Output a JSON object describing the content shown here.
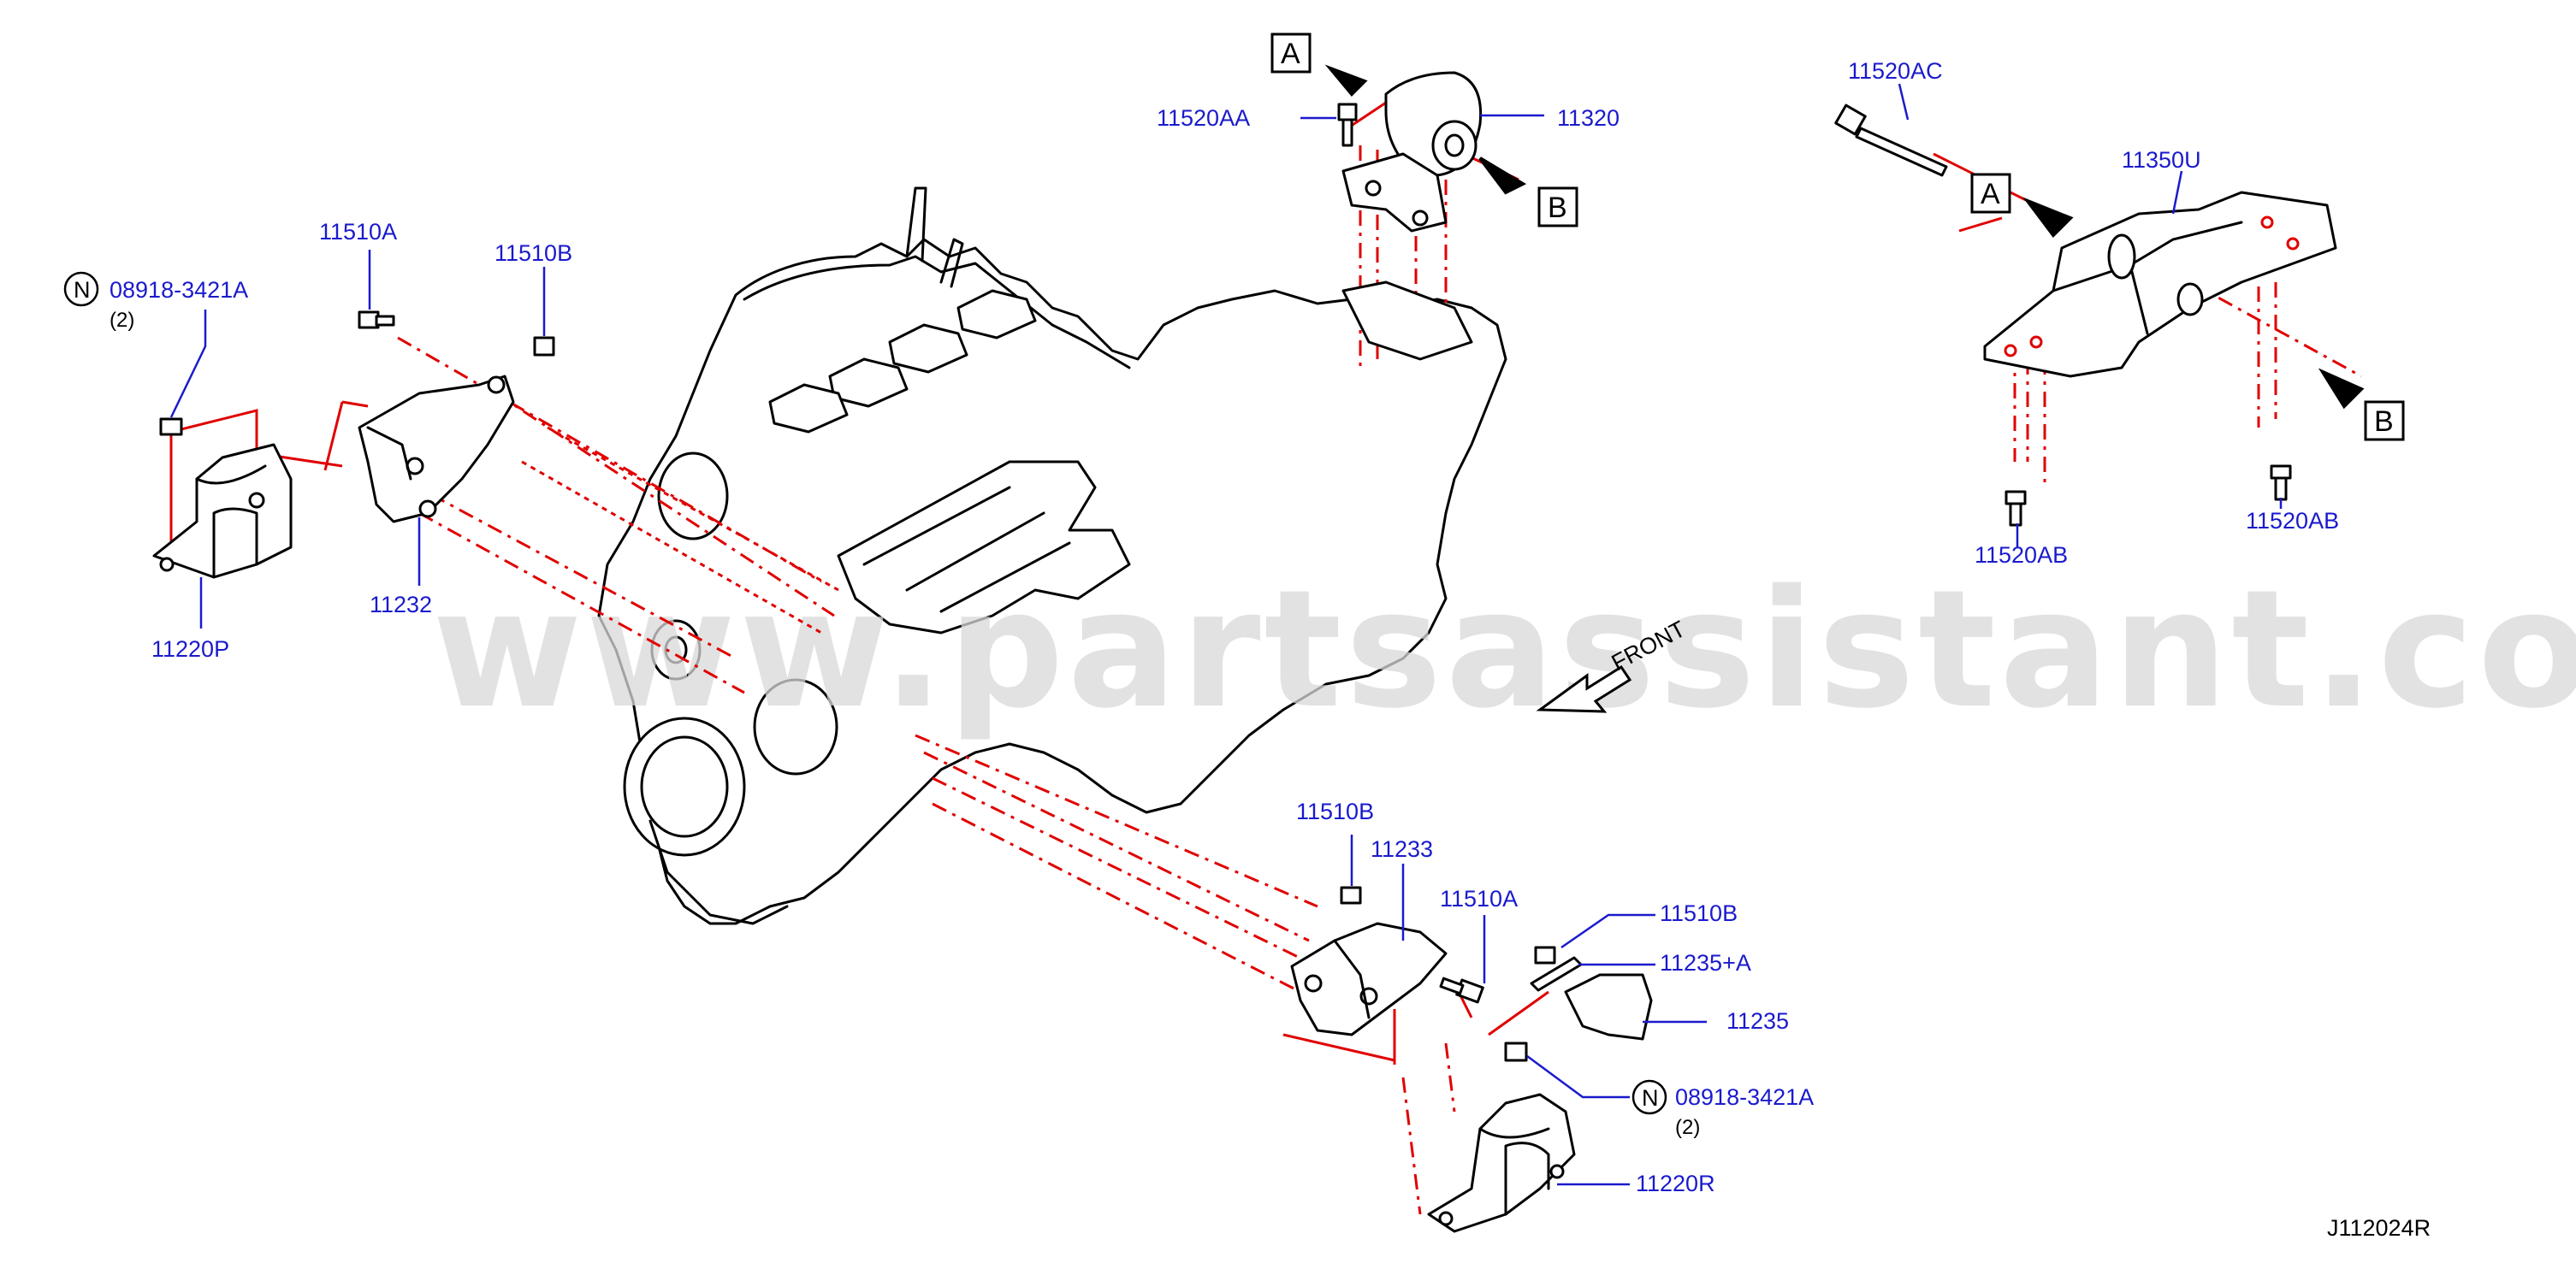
{
  "diagram_id": "J112024R",
  "watermark": "www.partsassistant.com",
  "front_label": "FRONT",
  "ref_boxes": {
    "a_top": "A",
    "b_top": "B",
    "a_right": "A",
    "b_right": "B"
  },
  "callouts": {
    "p11320": "11320",
    "p11520AA": "11520AA",
    "p11520AC": "11520AC",
    "p11350U": "11350U",
    "p11520AB_left": "11520AB",
    "p11520AB_right": "11520AB",
    "p08918_left": "08918-3421A",
    "p08918_left_qty": "(2)",
    "p11510A_top": "11510A",
    "p11510B_top": "11510B",
    "p11232": "11232",
    "p11220P": "11220P",
    "p11510B_mid": "11510B",
    "p11233": "11233",
    "p11510A_mid": "11510A",
    "p11510B_right": "11510B",
    "p11235A": "11235+A",
    "p11235": "11235",
    "p08918_right": "08918-3421A",
    "p08918_right_qty": "(2)",
    "p11220R": "11220R"
  },
  "n_marker": "N",
  "colors": {
    "callout_text": "#1a1acd",
    "centerline": "#e00000",
    "linework": "#000000",
    "watermark": "#d9d9d9"
  }
}
